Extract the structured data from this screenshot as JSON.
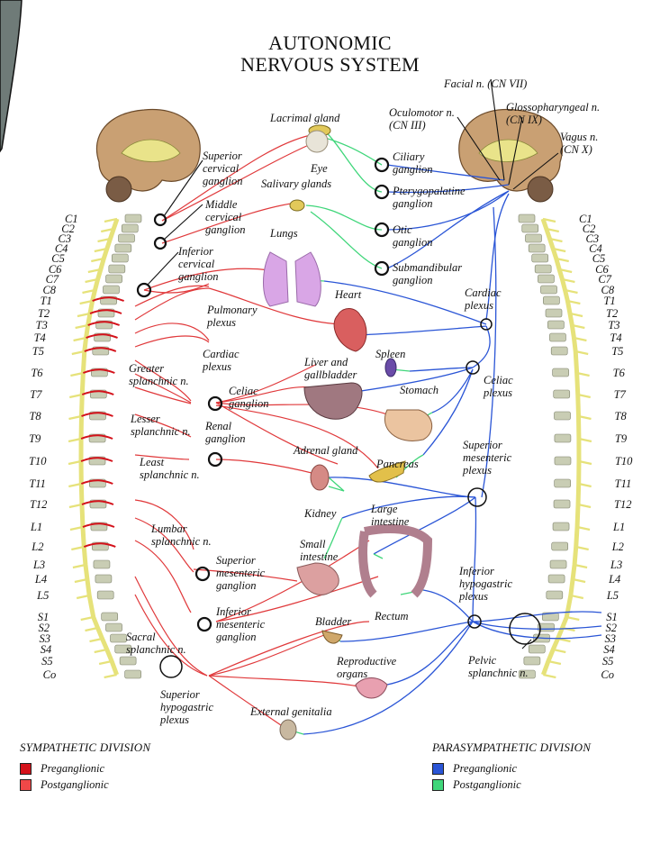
{
  "title": {
    "line1": "AUTONOMIC",
    "line2": "NERVOUS SYSTEM"
  },
  "colors": {
    "sympathetic_preganglionic": "#d4121b",
    "sympathetic_postganglionic": "#f04848",
    "parasympathetic_preganglionic": "#2a55d6",
    "parasympathetic_postganglionic": "#3fd67a",
    "spinal_nerve": "#e6e27a",
    "vertebra": "#c9cdb4",
    "brain": "#c9a073"
  },
  "left_spine_labels": [
    "C1",
    "C2",
    "C3",
    "C4",
    "C5",
    "C6",
    "C7",
    "C8",
    "T1",
    "T2",
    "T3",
    "T4",
    "T5",
    "T6",
    "T7",
    "T8",
    "T9",
    "T10",
    "T11",
    "T12",
    "L1",
    "L2",
    "L3",
    "L4",
    "L5",
    "S1",
    "S2",
    "S3",
    "S4",
    "S5",
    "Co"
  ],
  "right_spine_labels": [
    "C1",
    "C2",
    "C3",
    "C4",
    "C5",
    "C6",
    "C7",
    "C8",
    "T1",
    "T2",
    "T3",
    "T4",
    "T5",
    "T6",
    "T7",
    "T8",
    "T9",
    "T10",
    "T11",
    "T12",
    "L1",
    "L2",
    "L3",
    "L4",
    "L5",
    "S1",
    "S2",
    "S3",
    "S4",
    "S5",
    "Co"
  ],
  "sympathetic_labels": {
    "superior_cervical_ganglion": "Superior\ncervical\nganglion",
    "middle_cervical_ganglion": "Middle\ncervical\nganglion",
    "inferior_cervical_ganglion": "Inferior\ncervical\nganglion",
    "pulmonary_plexus": "Pulmonary\nplexus",
    "cardiac_plexus": "Cardiac\nplexus",
    "greater_splanchnic": "Greater\nsplanchnic n.",
    "lesser_splanchnic": "Lesser\nsplanchnic n.",
    "least_splanchnic": "Least\nsplanchnic n.",
    "celiac_ganglion": "Celiac\nganglion",
    "renal_ganglion": "Renal\nganglion",
    "lumbar_splanchnic": "Lumbar\nsplanchnic n.",
    "superior_mesenteric_ganglion": "Superior\nmesenteric\nganglion",
    "inferior_mesenteric_ganglion": "Inferior\nmesenteric\nganglion",
    "sacral_splanchnic": "Sacral\nsplanchnic n.",
    "superior_hypogastric_plexus": "Superior\nhypogastric\nplexus"
  },
  "organ_labels": {
    "lacrimal_gland": "Lacrimal gland",
    "eye": "Eye",
    "salivary_glands": "Salivary glands",
    "lungs": "Lungs",
    "heart": "Heart",
    "spleen": "Spleen",
    "liver": "Liver and\ngallbladder",
    "stomach": "Stomach",
    "adrenal": "Adrenal gland",
    "pancreas": "Pancreas",
    "kidney": "Kidney",
    "large_intestine": "Large\nintestine",
    "small_intestine": "Small\nintestine",
    "rectum": "Rectum",
    "bladder": "Bladder",
    "reproductive": "Reproductive\norgans",
    "external_genitalia": "External genitalia"
  },
  "parasympathetic_labels": {
    "oculomotor": "Oculomotor n.\n(CN III)",
    "facial": "Facial n. (CN VII)",
    "glossopharyngeal": "Glossopharyngeal n.\n(CN IX)",
    "vagus": "Vagus n.\n(CN X)",
    "ciliary_ganglion": "Ciliary\nganglion",
    "pterygopalatine_ganglion": "Pterygopalatine\nganglion",
    "otic_ganglion": "Otic\nganglion",
    "submandibular_ganglion": "Submandibular\nganglion",
    "cardiac_plexus": "Cardiac\nplexus",
    "celiac_plexus": "Celiac\nplexus",
    "superior_mesenteric_plexus": "Superior\nmesenteric\nplexus",
    "inferior_hypogastric_plexus": "Inferior\nhypogastric\nplexus",
    "pelvic_splanchnic": "Pelvic\nsplanchnic n."
  },
  "legend": {
    "sympathetic": {
      "heading": "SYMPATHETIC DIVISION",
      "items": [
        {
          "label": "Preganglionic",
          "color": "#d4121b"
        },
        {
          "label": "Postganglionic",
          "color": "#f04848"
        }
      ]
    },
    "parasympathetic": {
      "heading": "PARASYMPATHETIC DIVISION",
      "items": [
        {
          "label": "Preganglionic",
          "color": "#2a55d6"
        },
        {
          "label": "Postganglionic",
          "color": "#3fd67a"
        }
      ]
    }
  }
}
